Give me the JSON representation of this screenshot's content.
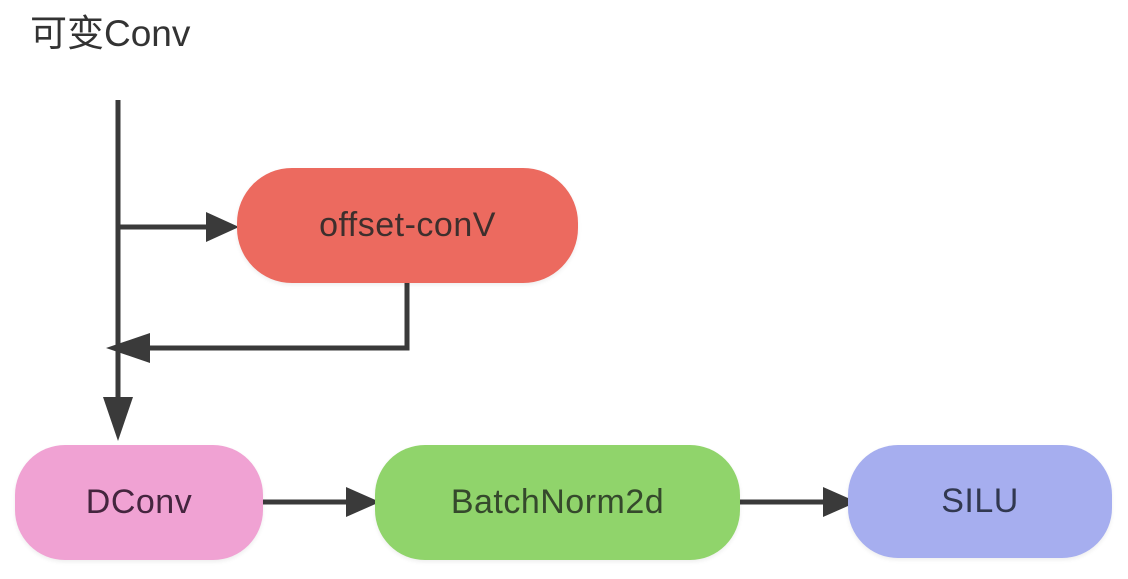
{
  "title": "可变Conv",
  "colors": {
    "background": "#ffffff",
    "line": "#3a3a3a",
    "title_text": "#333333"
  },
  "nodes": [
    {
      "id": "offset-conv",
      "label": "offset-conV",
      "fill": "#ec6a5f",
      "text_color": "#3d2f2d"
    },
    {
      "id": "dconv",
      "label": "DConv",
      "fill": "#f0a2d3",
      "text_color": "#44253e"
    },
    {
      "id": "batchnorm2d",
      "label": "BatchNorm2d",
      "fill": "#90d46b",
      "text_color": "#35492c"
    },
    {
      "id": "silu",
      "label": "SILU",
      "fill": "#a6aeef",
      "text_color": "#313850"
    }
  ],
  "edges": [
    {
      "from": "input",
      "to": "offset-conv"
    },
    {
      "from": "offset-conv",
      "to": "main-path"
    },
    {
      "from": "input",
      "to": "dconv"
    },
    {
      "from": "dconv",
      "to": "batchnorm2d"
    },
    {
      "from": "batchnorm2d",
      "to": "silu"
    }
  ]
}
